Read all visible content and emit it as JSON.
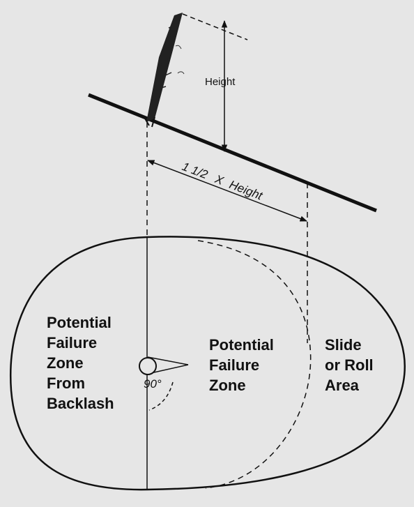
{
  "labels": {
    "height": "Height",
    "distance": {
      "num": "1  1/2",
      "x": "X",
      "word": "Height"
    },
    "angle": "90°",
    "zone_backlash": [
      "Potential",
      "Failure",
      "Zone",
      "From",
      "Backlash"
    ],
    "zone_failure": [
      "Potential",
      "Failure",
      "Zone"
    ],
    "zone_slide": [
      "Slide",
      "or Roll",
      "Area"
    ]
  },
  "colors": {
    "background": "#e6e6e6",
    "ink": "#111111"
  },
  "icons": [
    "tree-trunk-icon",
    "stump-circle-icon"
  ]
}
